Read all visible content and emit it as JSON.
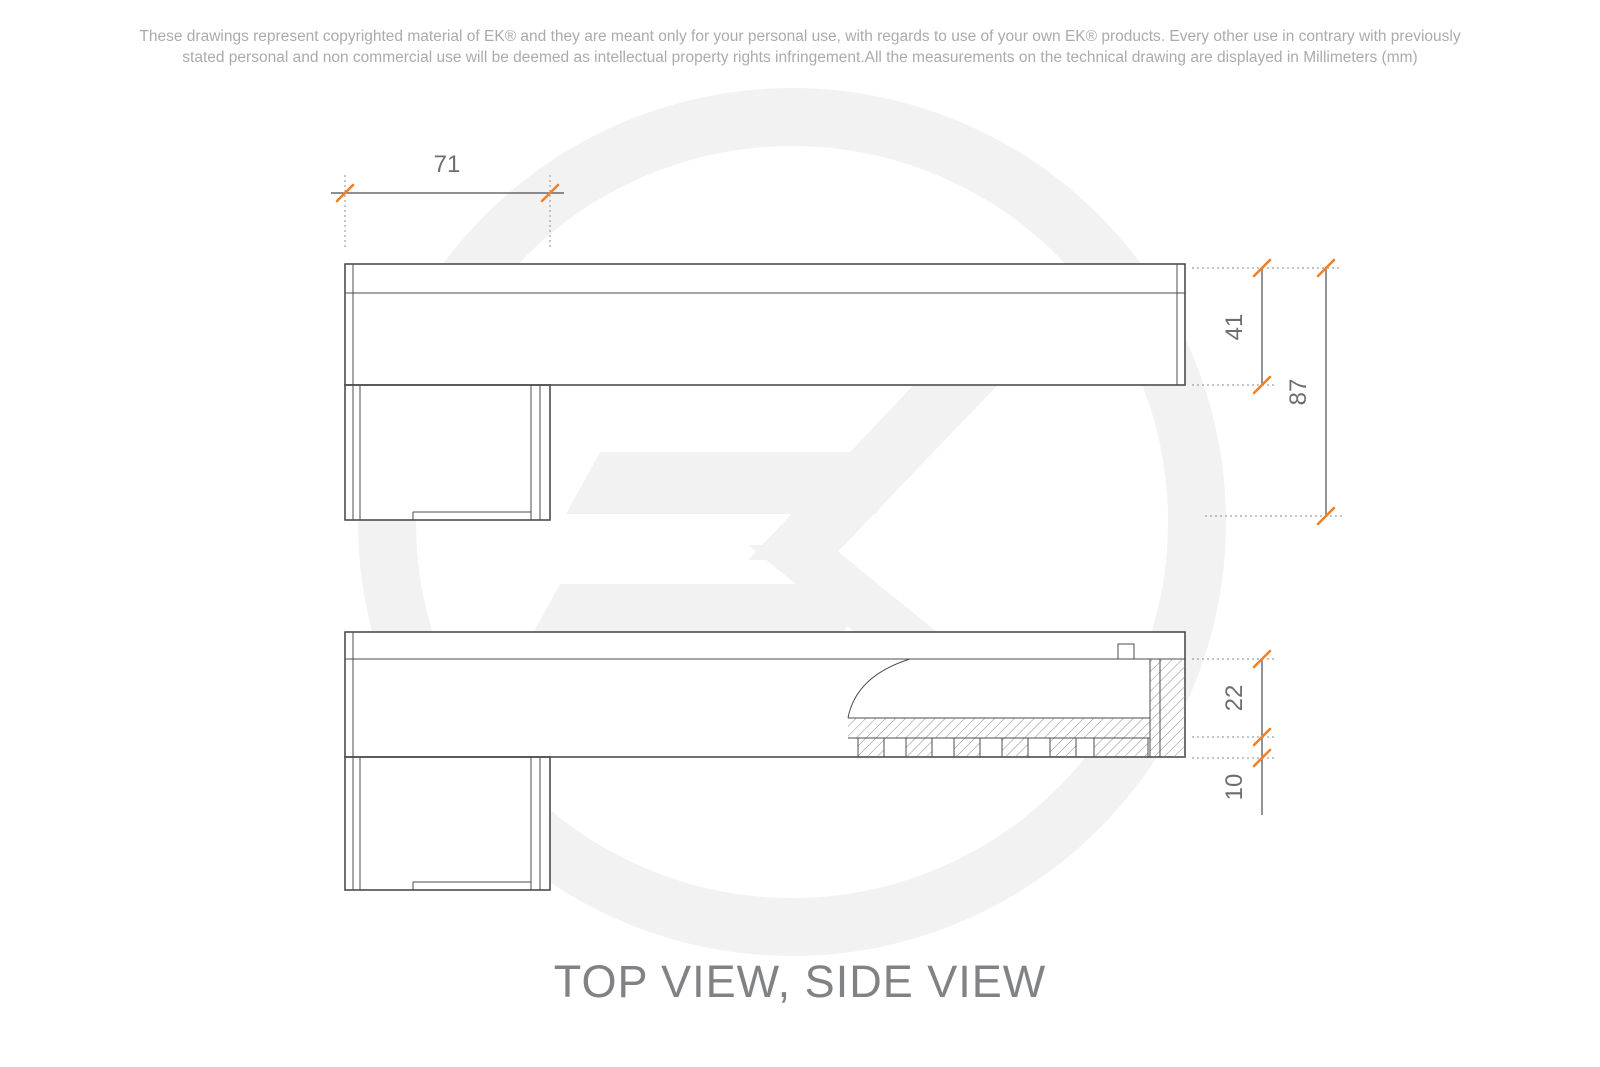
{
  "disclaimer": {
    "line1": "These drawings represent copyrighted material of EK® and they are meant only for your personal use, with regards to use of your own EK® products. Every other use in contrary with previously",
    "line2": "stated personal and non commercial use will be deemed as intellectual property rights infringement.All the measurements on the technical drawing are displayed in Millimeters (mm)"
  },
  "caption": "TOP VIEW, SIDE VIEW",
  "watermark": {
    "brand": "EK"
  },
  "dimensions": {
    "top_view_width": "71",
    "top_view_upper_depth": "41",
    "top_view_total_depth": "87",
    "side_view_body_thickness": "22",
    "side_view_base_thickness": "10"
  },
  "colors": {
    "accent_orange": "#F58025",
    "drawing_line": "#4D4D4F",
    "dimension_text": "#6D6E71",
    "disclaimer_text": "#A9ABAE",
    "caption_text": "#808285",
    "watermark_gray": "#F2F2F2",
    "background": "#FFFFFF"
  }
}
